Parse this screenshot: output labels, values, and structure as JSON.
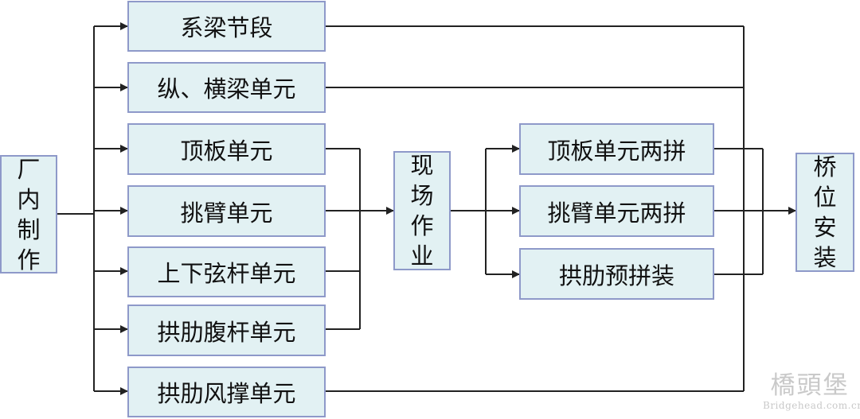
{
  "source": {
    "label": "厂内制作"
  },
  "parts": [
    {
      "id": "tie-beam-segment",
      "label": "系梁节段"
    },
    {
      "id": "beam-unit",
      "label": "纵、横梁单元"
    },
    {
      "id": "top-plate-unit",
      "label": "顶板单元"
    },
    {
      "id": "cantilever-unit",
      "label": "挑臂单元"
    },
    {
      "id": "chord-unit",
      "label": "上下弦杆单元"
    },
    {
      "id": "web-rod-unit",
      "label": "拱肋腹杆单元"
    },
    {
      "id": "wind-brace-unit",
      "label": "拱肋风撑单元"
    }
  ],
  "site": {
    "label": "现场作业"
  },
  "assemblies": [
    {
      "id": "top-plate-double",
      "label": "顶板单元两拼"
    },
    {
      "id": "cantilever-double",
      "label": "挑臂单元两拼"
    },
    {
      "id": "arch-rib-preassembly",
      "label": "拱肋预拼装"
    }
  ],
  "target": {
    "label": "桥位安装"
  },
  "watermark": {
    "logo": "橋頭堡",
    "url": "Bridgehead.com.cn"
  },
  "colors": {
    "box_fill": "#e2f1f3",
    "box_border": "#8e99c9",
    "line": "#222222"
  }
}
